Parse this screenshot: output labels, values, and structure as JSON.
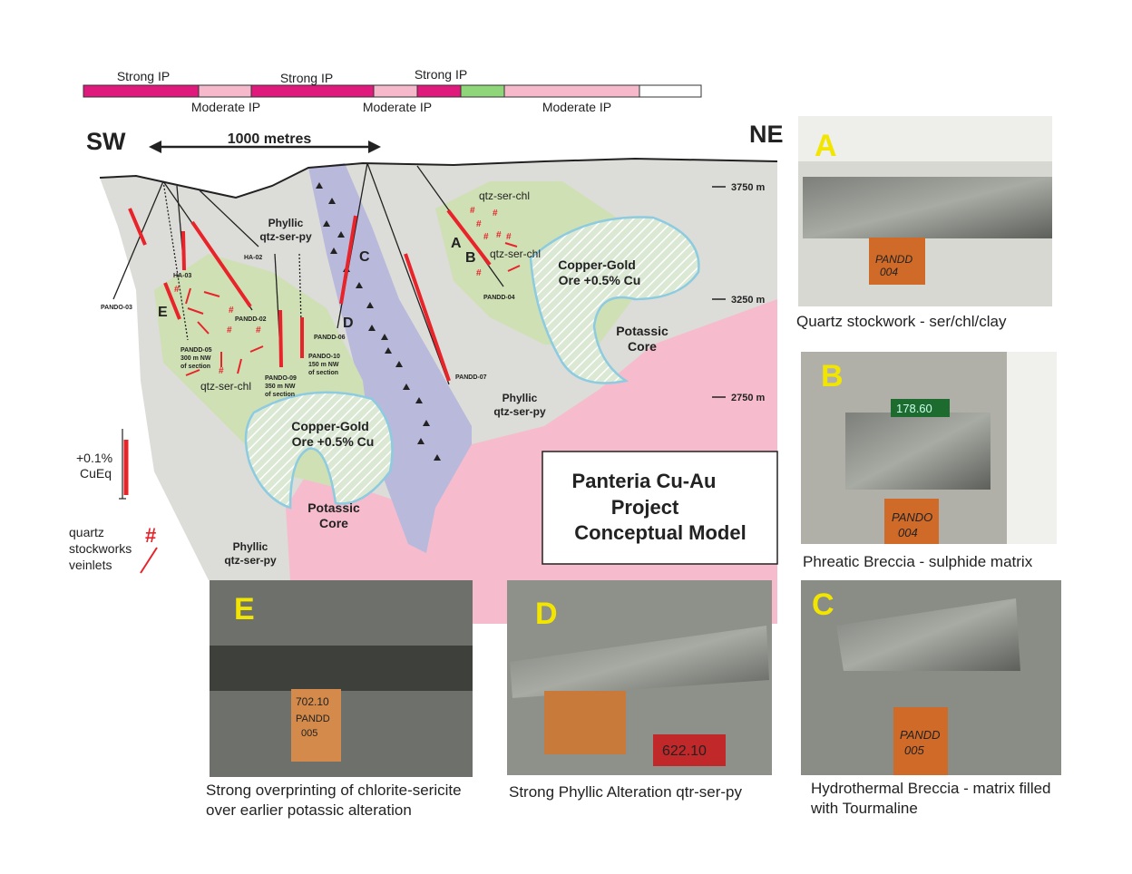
{
  "ip_bar": {
    "strong_labels": [
      "Strong IP",
      "Strong IP",
      "Strong IP"
    ],
    "moderate_labels": [
      "Moderate IP",
      "Moderate IP",
      "Moderate IP"
    ],
    "colors": {
      "strong": "#e0197d",
      "moderate": "#f6b9cc",
      "green": "#8fd67a",
      "none": "#ffffff"
    }
  },
  "section": {
    "sw": "SW",
    "ne": "NE",
    "scale": "1000 metres",
    "elevations": [
      "3750 m",
      "3250 m",
      "2750 m"
    ],
    "zones": {
      "phyllic_top": [
        "Phyllic",
        "qtz-ser-py"
      ],
      "phyllic_mid": [
        "Phyllic",
        "qtz-ser-py"
      ],
      "phyllic_bottom": [
        "Phyllic",
        "qtz-ser-py"
      ],
      "qsc_left": "qtz-ser-chl",
      "qsc_right_1": "qtz-ser-chl",
      "qsc_right_2": "qtz-ser-chl",
      "ore_left": [
        "Copper-Gold",
        "Ore +0.5% Cu"
      ],
      "ore_right": [
        "Copper-Gold",
        "Ore +0.5% Cu"
      ],
      "potassic_left": [
        "Potassic",
        "Core"
      ],
      "potassic_right": [
        "Potassic",
        "Core"
      ]
    },
    "holes": {
      "pando03": "PANDO-03",
      "ha03": "HA-03",
      "ha02": "HA-02",
      "pandd02": "PANDD-02",
      "pandd05": [
        "PANDD-05",
        "300 m NW",
        "of section"
      ],
      "pando09": [
        "PANDO-09",
        "350 m NW",
        "of section"
      ],
      "pando10": [
        "PANDO-10",
        "150 m NW",
        "of section"
      ],
      "pandd06": "PANDD-06",
      "pandd07": "PANDD-07",
      "pandd04": "PANDD-04"
    },
    "letters": [
      "A",
      "B",
      "C",
      "D",
      "E"
    ],
    "colors": {
      "phyllic": "#dcdcd8",
      "qsc": "#cfe0b4",
      "potassic": "#f6bccd",
      "breccia": "#b9b9dc",
      "ore": "#8ccbe0",
      "drill": "#e8232a"
    }
  },
  "legend": {
    "cueq": [
      "+0.1%",
      "CuEq"
    ],
    "veinlets": [
      "quartz",
      "stockworks",
      "veinlets"
    ],
    "hash": "#"
  },
  "title_box": [
    "Panteria Cu-Au",
    "Project",
    "Conceptual Model"
  ],
  "photos": {
    "A": {
      "letter": "A",
      "caption": "Quartz stockwork - ser/chl/clay",
      "tag": [
        "PANDD",
        "004"
      ]
    },
    "B": {
      "letter": "B",
      "caption": "Phreatic Breccia - sulphide matrix",
      "tag": [
        "PANDO",
        "004"
      ],
      "depth": "178.60"
    },
    "C": {
      "letter": "C",
      "caption": [
        "Hydrothermal Breccia - matrix filled",
        "with Tourmaline"
      ],
      "tag": [
        "PANDD",
        "005"
      ]
    },
    "D": {
      "letter": "D",
      "caption": "Strong Phyllic Alteration qtr-ser-py",
      "depth": "622.10"
    },
    "E": {
      "letter": "E",
      "caption": [
        "Strong overprinting of chlorite-sericite",
        "over earlier potassic alteration"
      ],
      "tag": [
        "PANDD",
        "005"
      ],
      "depth": "702.10"
    }
  }
}
